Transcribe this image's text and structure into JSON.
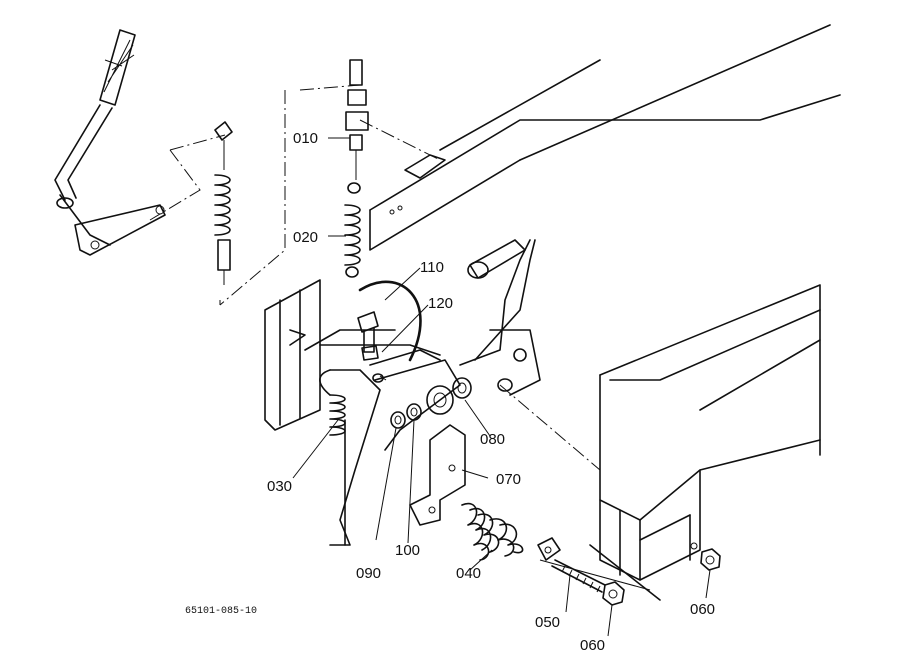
{
  "diagram": {
    "drawing_code": "65101-085-10",
    "callouts": [
      {
        "id": "010",
        "part": "cable"
      },
      {
        "id": "020",
        "part": "spring"
      },
      {
        "id": "030",
        "part": "spring"
      },
      {
        "id": "040",
        "part": "spring"
      },
      {
        "id": "050",
        "part": "eye-bolt"
      },
      {
        "id": "060",
        "part": "nut"
      },
      {
        "id": "070",
        "part": "bracket"
      },
      {
        "id": "080",
        "part": "collar"
      },
      {
        "id": "090",
        "part": "washer"
      },
      {
        "id": "100",
        "part": "washer"
      },
      {
        "id": "110",
        "part": "wire"
      },
      {
        "id": "120",
        "part": "bolt"
      }
    ],
    "second_060": "060"
  }
}
